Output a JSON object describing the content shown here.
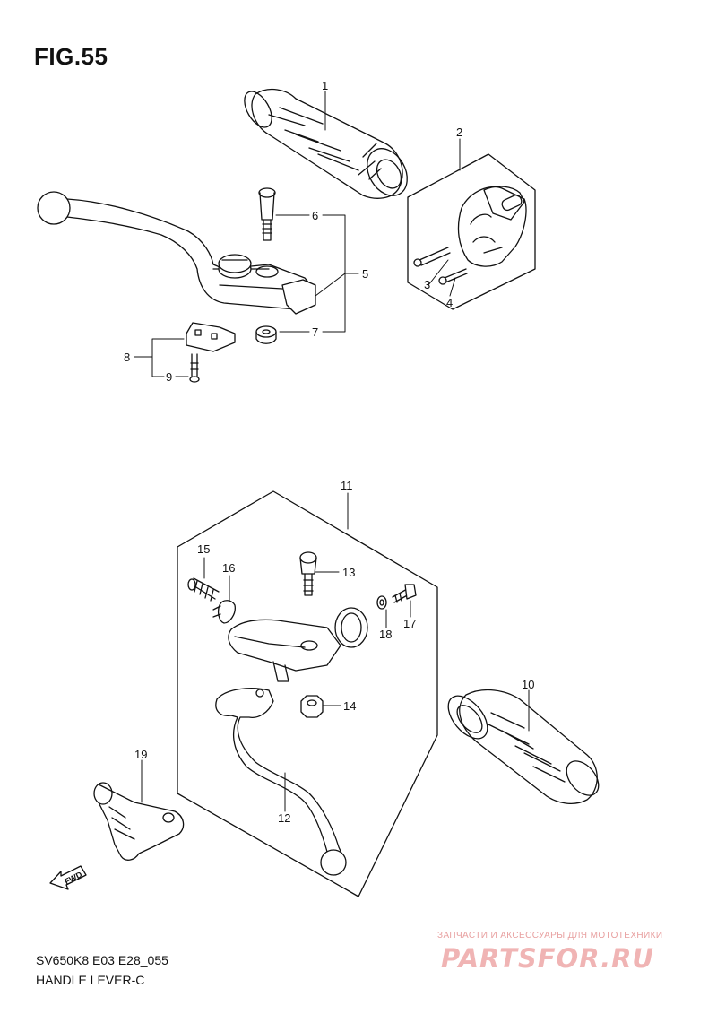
{
  "figure": {
    "title": "FIG.55",
    "code": "SV650K8 E03 E28_055",
    "name": "HANDLE LEVER-C"
  },
  "watermark": {
    "tagline": "ЗАПЧАСТИ И АКСЕССУАРЫ ДЛЯ МОТОТЕХНИКИ",
    "brand": "PARTSFOR.RU"
  },
  "direction_marker": "FWD",
  "callouts": [
    {
      "id": "callout-1",
      "label": "1"
    },
    {
      "id": "callout-2",
      "label": "2"
    },
    {
      "id": "callout-3",
      "label": "3"
    },
    {
      "id": "callout-4",
      "label": "4"
    },
    {
      "id": "callout-5",
      "label": "5"
    },
    {
      "id": "callout-6",
      "label": "6"
    },
    {
      "id": "callout-7",
      "label": "7"
    },
    {
      "id": "callout-8",
      "label": "8"
    },
    {
      "id": "callout-9",
      "label": "9"
    },
    {
      "id": "callout-10",
      "label": "10"
    },
    {
      "id": "callout-11",
      "label": "11"
    },
    {
      "id": "callout-12",
      "label": "12"
    },
    {
      "id": "callout-13",
      "label": "13"
    },
    {
      "id": "callout-14",
      "label": "14"
    },
    {
      "id": "callout-15",
      "label": "15"
    },
    {
      "id": "callout-16",
      "label": "16"
    },
    {
      "id": "callout-17",
      "label": "17"
    },
    {
      "id": "callout-18",
      "label": "18"
    },
    {
      "id": "callout-19",
      "label": "19"
    }
  ]
}
